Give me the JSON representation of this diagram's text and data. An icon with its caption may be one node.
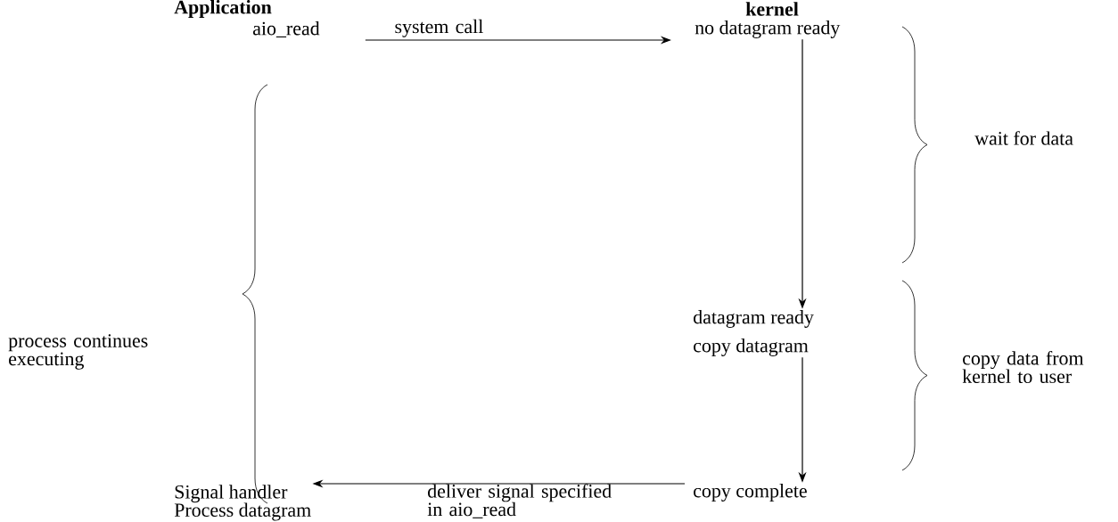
{
  "diagram": {
    "nodes": [
      {
        "text": [
          "aio_read"
        ]
      },
      {
        "text": [
          "no datagram ready"
        ]
      },
      {
        "text": [
          "datagram ready"
        ]
      },
      {
        "text": [
          "copy datagram"
        ]
      },
      {
        "text": [
          "copy complete"
        ]
      },
      {
        "text": [
          "Signal handler",
          "Process datagram"
        ]
      }
    ],
    "edges": [
      {
        "from": 0,
        "to": 1,
        "arrow": "to",
        "label": "system call"
      },
      {
        "from": 1,
        "to": 2,
        "arrow": "to"
      },
      {
        "from": 3,
        "to": 4,
        "arrow": "to"
      },
      {
        "from": 4,
        "to": 5,
        "arrow": "to",
        "label": "deliver signal specified in aio_read"
      }
    ],
    "labels": [
      "Application",
      "kernel",
      "wait for data",
      "process continues executing",
      "copy data from kernel to user"
    ]
  }
}
